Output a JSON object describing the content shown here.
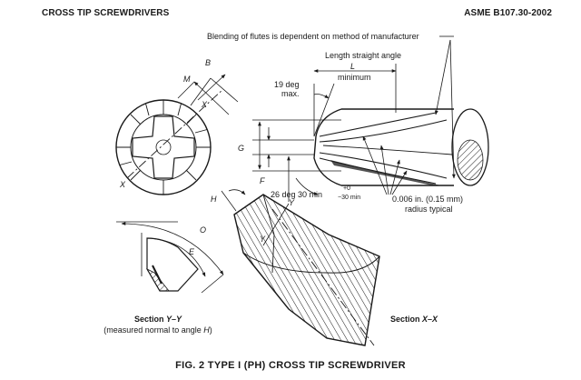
{
  "header": {
    "left_title": "CROSS TIP SCREWDRIVERS",
    "right_title": "ASME B107.30-2002"
  },
  "notes": {
    "flutes_note": "Blending of flutes is dependent on method of manufacturer",
    "length_note": "Length straight angle",
    "length_min": "minimum",
    "tip_angle_value": "19 deg",
    "tip_angle_max": "max.",
    "flute_angle_value": "26 deg 30 min",
    "flute_tol_plus": "+0",
    "flute_tol_minus": "−30 min",
    "radius_note": "0.006 in. (0.15 mm)",
    "radius_typical": "radius typical"
  },
  "dimensions": {
    "B": "B",
    "M": "M",
    "X_top": "X",
    "X_bottom": "X",
    "L": "L",
    "G": "G",
    "F": "F",
    "H": "H",
    "Y_top": "Y",
    "Y_mid": "Y",
    "O": "O",
    "E": "E"
  },
  "sections": {
    "yy_title_prefix": "Section ",
    "yy_title_var": "Y–Y",
    "yy_sub_prefix": "(measured normal to angle ",
    "yy_sub_var": "H",
    "yy_sub_suffix": ")",
    "xx_title_prefix": "Section ",
    "xx_title_var": "X–X"
  },
  "caption": "FIG. 2   TYPE I (PH) CROSS TIP SCREWDRIVER"
}
